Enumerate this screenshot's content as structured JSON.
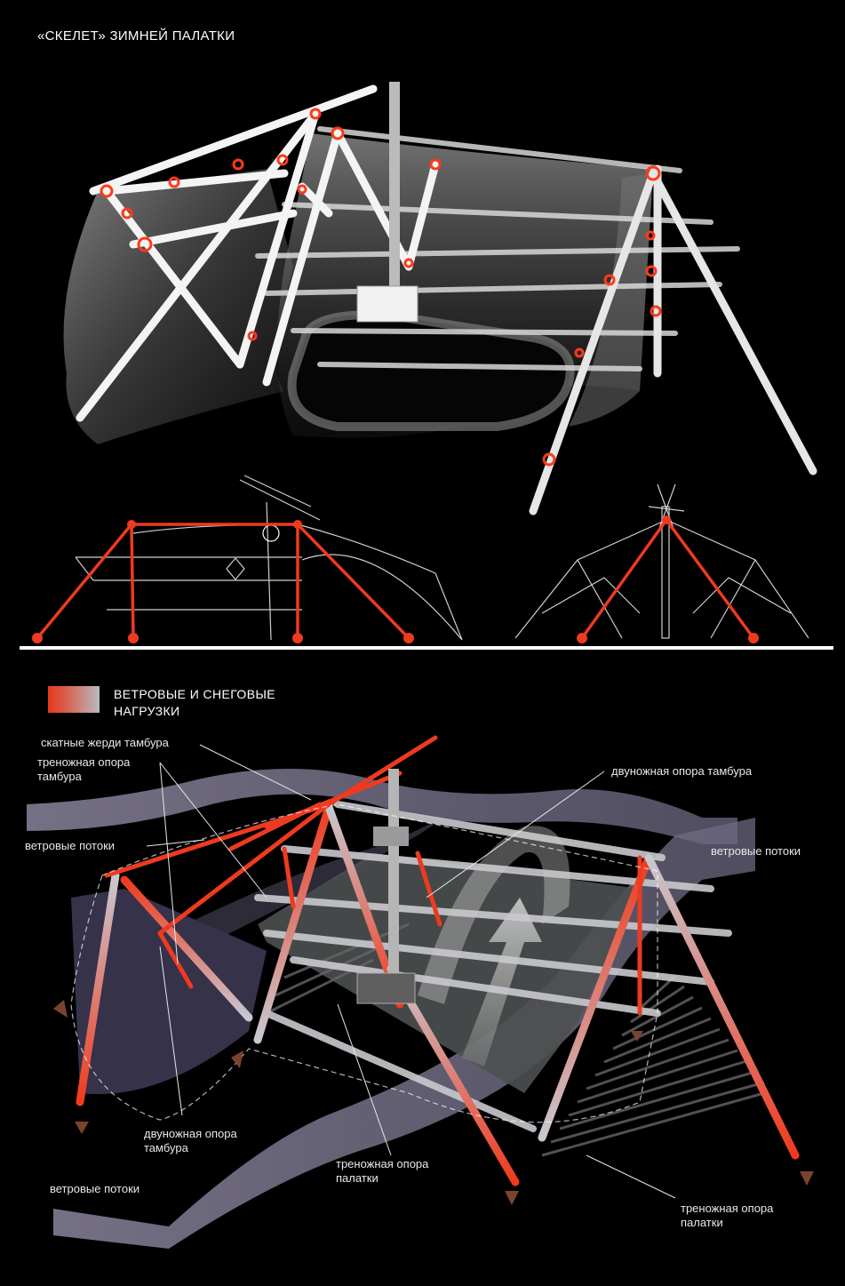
{
  "title": "«СКЕЛЕТ» ЗИМНЕЙ ПАЛАТКИ",
  "legend": {
    "line1": "ВЕТРОВЫЕ И СНЕГОВЫЕ",
    "line2": "НАГРУЗКИ",
    "colors": [
      "#e8381c",
      "#b9b9c2"
    ]
  },
  "labels": {
    "roof_poles": "скатные жерди тамбура",
    "tripod_vestibule_1": "треножная опора",
    "tripod_vestibule_2": "тамбура",
    "wind_left_top": "ветровые потоки",
    "bipod_vestibule_top": "двуножная опора тамбура",
    "wind_right": "ветровые потоки",
    "bipod_vestibule_bottom_1": "двуножная опора",
    "bipod_vestibule_bottom_2": "тамбура",
    "tripod_tent_center_1": "треножная опора",
    "tripod_tent_center_2": "палатки",
    "wind_left_bottom": "ветровые потоки",
    "tripod_tent_right_1": "треножная опора",
    "tripod_tent_right_2": "палатки"
  }
}
